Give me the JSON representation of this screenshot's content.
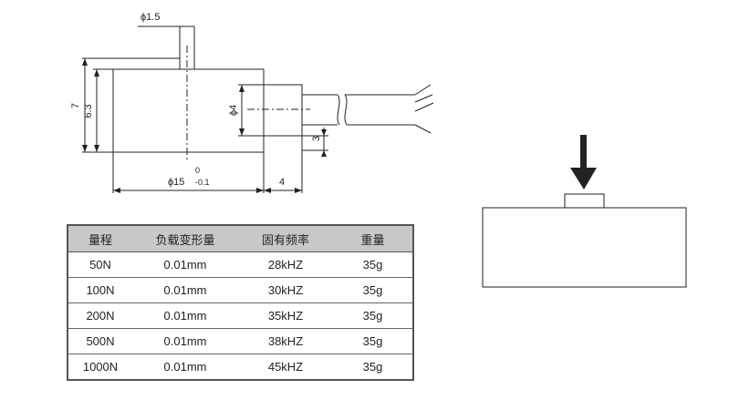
{
  "drawing": {
    "labels": {
      "wire_dia": "ϕ1.5",
      "height_total": "7",
      "height_body": "6.3",
      "connector_dia": "ϕ4",
      "connector_offset": "3",
      "body_dia": "ϕ15",
      "tol_upper": "0",
      "tol_lower": "-0.1",
      "connector_len": "4"
    }
  },
  "table": {
    "headers": [
      "量程",
      "负载变形量",
      "固有频率",
      "重量"
    ],
    "rows": [
      [
        "50N",
        "0.01mm",
        "28kHZ",
        "35g"
      ],
      [
        "100N",
        "0.01mm",
        "30kHZ",
        "35g"
      ],
      [
        "200N",
        "0.01mm",
        "35kHZ",
        "35g"
      ],
      [
        "500N",
        "0.01mm",
        "38kHZ",
        "35g"
      ],
      [
        "1000N",
        "0.01mm",
        "45kHZ",
        "35g"
      ]
    ]
  },
  "colors": {
    "line": "#222222",
    "table_header": "#c8c8c8",
    "table_border": "#555555"
  }
}
